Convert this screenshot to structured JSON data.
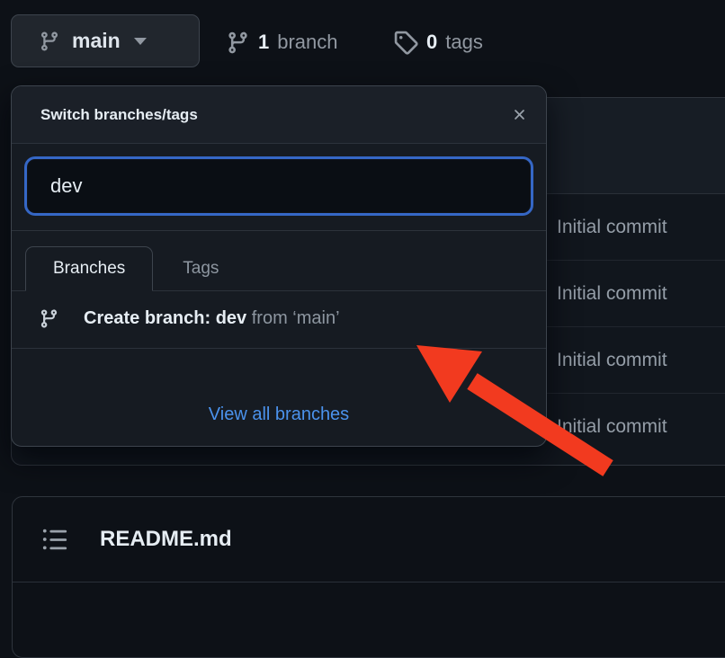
{
  "toolbar": {
    "branch_button": {
      "label": "main",
      "icon": "git-branch-icon"
    },
    "branch_count": {
      "count": "1",
      "label": "branch",
      "icon": "git-branch-icon"
    },
    "tag_count": {
      "count": "0",
      "label": "tags",
      "icon": "tag-icon"
    }
  },
  "branch_dropdown": {
    "title": "Switch branches/tags",
    "close_icon": "x-icon",
    "search": {
      "value": "dev",
      "placeholder": ""
    },
    "tabs": [
      {
        "label": "Branches",
        "active": true
      },
      {
        "label": "Tags",
        "active": false
      }
    ],
    "create_branch": {
      "icon": "git-branch-icon",
      "bold": "Create branch: dev",
      "muted": "from ‘main’"
    },
    "footer_link": "View all branches"
  },
  "file_table": {
    "rows": [
      {
        "message": "Initial commit"
      },
      {
        "message": "Initial commit"
      },
      {
        "message": "Initial commit"
      },
      {
        "message": "Initial commit"
      }
    ]
  },
  "readme": {
    "icon": "list-unordered-icon",
    "filename": "README.md"
  },
  "annotation": {
    "arrow_color": "#f23a1f"
  },
  "colors": {
    "page_bg": "#0d1117",
    "panel_bg": "#161b22",
    "border": "#3d444d",
    "text_primary": "#e6edf3",
    "text_muted": "#8d96a0",
    "focus_blue": "#3567c6",
    "link_blue": "#4b92ec"
  }
}
